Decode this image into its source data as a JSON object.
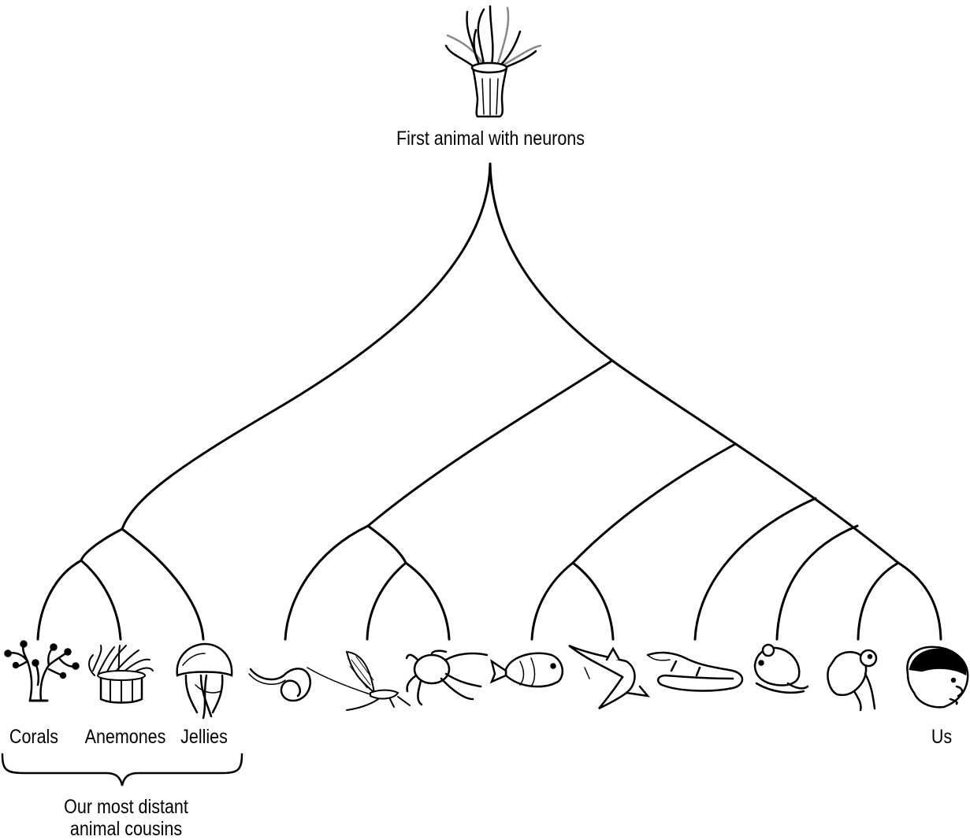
{
  "root": {
    "label": "First animal with neurons",
    "icon": "anemone-ancestor-icon"
  },
  "leaves": [
    {
      "id": "corals",
      "label": "Corals",
      "icon": "coral-icon"
    },
    {
      "id": "anemones",
      "label": "Anemones",
      "icon": "anemone-icon"
    },
    {
      "id": "jellies",
      "label": "Jellies",
      "icon": "jellyfish-icon"
    },
    {
      "id": "worm",
      "label": "",
      "icon": "worm-icon"
    },
    {
      "id": "mayfly",
      "label": "",
      "icon": "mayfly-icon"
    },
    {
      "id": "crab",
      "label": "",
      "icon": "crab-icon"
    },
    {
      "id": "fish",
      "label": "",
      "icon": "fish-icon"
    },
    {
      "id": "shark",
      "label": "",
      "icon": "shark-icon"
    },
    {
      "id": "lizard",
      "label": "",
      "icon": "lizard-icon"
    },
    {
      "id": "mouse",
      "label": "",
      "icon": "mouse-icon"
    },
    {
      "id": "monkey",
      "label": "",
      "icon": "monkey-icon"
    },
    {
      "id": "us",
      "label": "Us",
      "icon": "human-head-icon"
    }
  ],
  "group": {
    "members": [
      "corals",
      "anemones",
      "jellies"
    ],
    "caption_line1": "Our most distant",
    "caption_line2": "animal cousins"
  },
  "tree": {
    "children": [
      {
        "children": [
          {
            "children": [
              "corals",
              "anemones"
            ]
          },
          "jellies"
        ]
      },
      {
        "children": [
          {
            "children": [
              "worm",
              {
                "children": [
                  "mayfly",
                  "crab"
                ]
              }
            ]
          },
          {
            "children": [
              {
                "children": [
                  "fish",
                  "shark"
                ]
              },
              {
                "children": [
                  "lizard",
                  {
                    "children": [
                      "mouse",
                      {
                        "children": [
                          "monkey",
                          "us"
                        ]
                      }
                    ]
                  }
                ]
              }
            ]
          }
        ]
      }
    ]
  }
}
